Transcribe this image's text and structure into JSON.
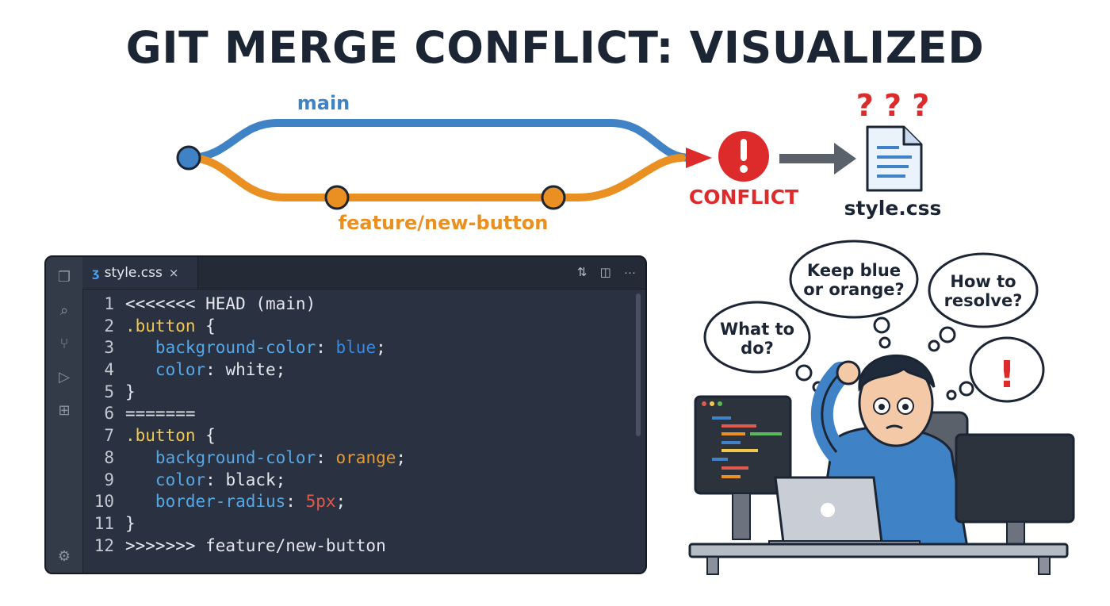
{
  "title": "GIT MERGE CONFLICT: VISUALIZED",
  "branches": {
    "main_label": "main",
    "feature_label": "feature/new-button",
    "main_color": "#3f82c5",
    "feature_color": "#ea8f21"
  },
  "conflict": {
    "label": "CONFLICT",
    "icon": "exclamation-icon",
    "color": "#dd2b2b"
  },
  "file": {
    "name": "style.css",
    "icon": "document-icon",
    "question_marks": "? ? ?"
  },
  "editor": {
    "tab_label": "style.css",
    "tab_icon": "css3-icon",
    "tab_close": "×",
    "actions": [
      "compare-changes-icon",
      "split-editor-icon",
      "more-actions-icon"
    ],
    "activity_icons": [
      "files-icon",
      "search-icon",
      "source-control-icon",
      "run-debug-icon",
      "extensions-icon",
      "settings-gear-icon"
    ],
    "lines": [
      {
        "n": "1",
        "tokens": [
          {
            "t": "<<<<<<< HEAD (main)",
            "c": "marker"
          }
        ]
      },
      {
        "n": "2",
        "tokens": [
          {
            "t": ".button",
            "c": "sel"
          },
          {
            "t": " {",
            "c": "plain"
          }
        ]
      },
      {
        "n": "3",
        "tokens": [
          {
            "t": "   background-color",
            "c": "prop"
          },
          {
            "t": ": ",
            "c": "plain"
          },
          {
            "t": "blue",
            "c": "blue"
          },
          {
            "t": ";",
            "c": "plain"
          }
        ]
      },
      {
        "n": "4",
        "tokens": [
          {
            "t": "   color",
            "c": "prop"
          },
          {
            "t": ": white;",
            "c": "plain"
          }
        ]
      },
      {
        "n": "5",
        "tokens": [
          {
            "t": "}",
            "c": "plain"
          }
        ]
      },
      {
        "n": "6",
        "tokens": [
          {
            "t": "=======",
            "c": "marker"
          }
        ]
      },
      {
        "n": "7",
        "tokens": [
          {
            "t": ".button",
            "c": "sel"
          },
          {
            "t": " {",
            "c": "plain"
          }
        ]
      },
      {
        "n": "8",
        "tokens": [
          {
            "t": "   background-color",
            "c": "prop"
          },
          {
            "t": ": ",
            "c": "plain"
          },
          {
            "t": "orange",
            "c": "orange"
          },
          {
            "t": ";",
            "c": "plain"
          }
        ]
      },
      {
        "n": "9",
        "tokens": [
          {
            "t": "   color",
            "c": "prop"
          },
          {
            "t": ": black;",
            "c": "plain"
          }
        ]
      },
      {
        "n": "10",
        "tokens": [
          {
            "t": "   border-radius",
            "c": "prop"
          },
          {
            "t": ": ",
            "c": "plain"
          },
          {
            "t": "5px",
            "c": "red"
          },
          {
            "t": ";",
            "c": "plain"
          }
        ]
      },
      {
        "n": "11",
        "tokens": [
          {
            "t": "}",
            "c": "plain"
          }
        ]
      },
      {
        "n": "12",
        "tokens": [
          {
            "t": ">>>>>>> feature/new-button",
            "c": "marker"
          }
        ]
      }
    ]
  },
  "thoughts": {
    "bubble1": "What to do?",
    "bubble2": "Keep blue or orange?",
    "bubble3": "How to resolve?",
    "bubble4": "!"
  }
}
